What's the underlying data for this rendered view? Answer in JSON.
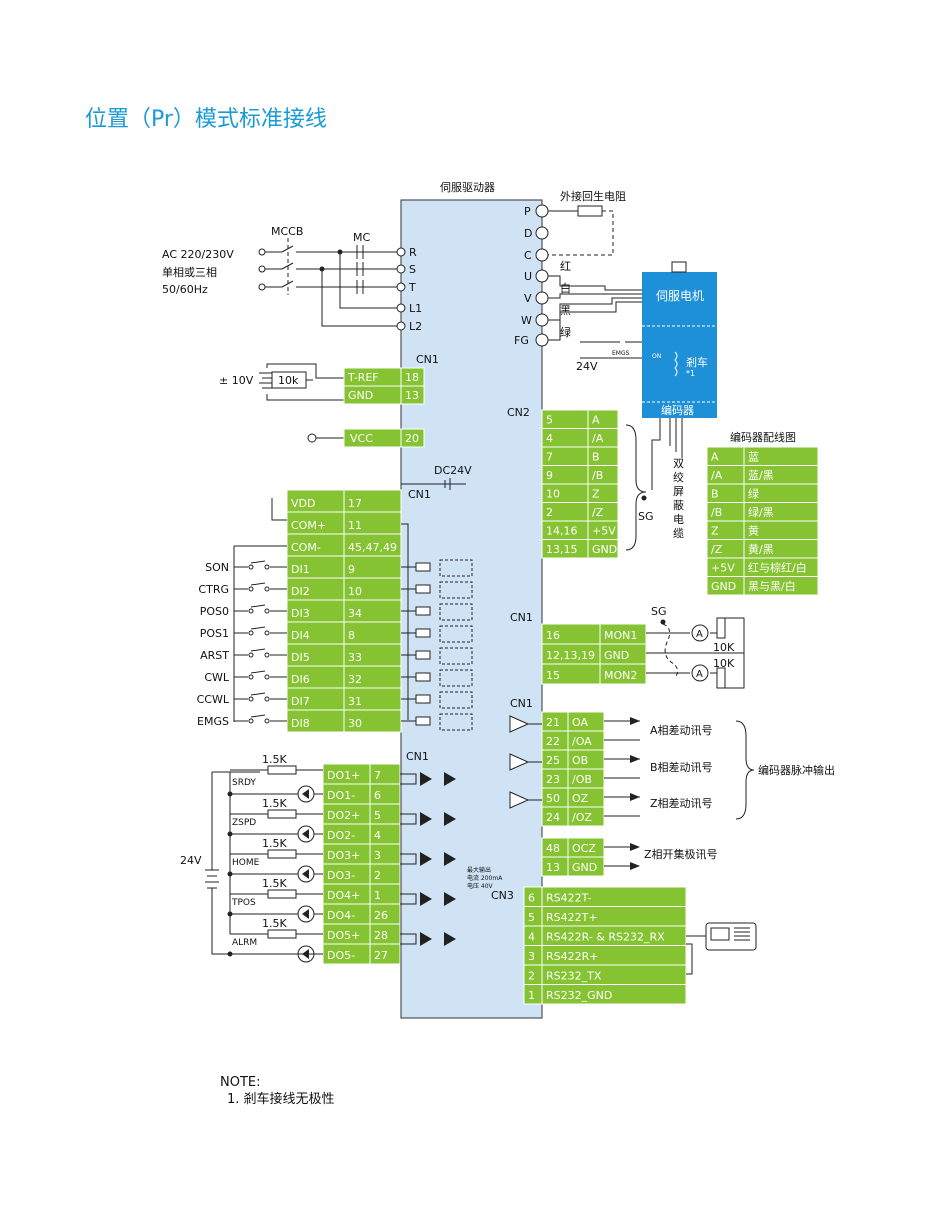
{
  "title": "位置（Pr）模式标准接线",
  "driver": {
    "label": "伺服驱动器",
    "cn1": "CN1",
    "cn2": "CN2",
    "cn3": "CN3"
  },
  "power": {
    "ac": [
      "AC 220/230V",
      "单相或三相",
      "50/60Hz"
    ],
    "mccb": "MCCB",
    "mc": "MC",
    "terminals": [
      "R",
      "S",
      "T",
      "L1",
      "L2"
    ]
  },
  "motor_terminals": [
    "P",
    "D",
    "C",
    "U",
    "V",
    "W",
    "FG"
  ],
  "regen": "外接回生电阻",
  "wire_colors": [
    "红",
    "白",
    "黑",
    "绿"
  ],
  "motor": {
    "label": "伺服电机",
    "brake": "剎车",
    "brake_note": "*1",
    "encoder": "编码器",
    "on": "ON",
    "emgs": "EMGS",
    "v24": "24V"
  },
  "tref": {
    "supply": "± 10V",
    "pot": "10k",
    "rows": [
      {
        "name": "T-REF",
        "pin": "18"
      },
      {
        "name": "GND",
        "pin": "13"
      }
    ]
  },
  "vcc": {
    "name": "VCC",
    "pin": "20"
  },
  "dc24": "DC24V",
  "cn1_inputs": [
    {
      "sig": "",
      "name": "VDD",
      "pin": "17"
    },
    {
      "sig": "",
      "name": "COM+",
      "pin": "11"
    },
    {
      "sig": "",
      "name": "COM-",
      "pin": "45,47,49"
    },
    {
      "sig": "SON",
      "name": "DI1",
      "pin": "9"
    },
    {
      "sig": "CTRG",
      "name": "DI2",
      "pin": "10"
    },
    {
      "sig": "POS0",
      "name": "DI3",
      "pin": "34"
    },
    {
      "sig": "POS1",
      "name": "DI4",
      "pin": "8"
    },
    {
      "sig": "ARST",
      "name": "DI5",
      "pin": "33"
    },
    {
      "sig": "CWL",
      "name": "DI6",
      "pin": "32"
    },
    {
      "sig": "CCWL",
      "name": "DI7",
      "pin": "31"
    },
    {
      "sig": "EMGS",
      "name": "DI8",
      "pin": "30"
    }
  ],
  "cn1_outputs": {
    "supply": "24V",
    "res": "1.5K",
    "sigs": [
      "SRDY",
      "ZSPD",
      "HOME",
      "TPOS",
      "ALRM"
    ],
    "rows": [
      {
        "name": "DO1+",
        "pin": "7"
      },
      {
        "name": "DO1-",
        "pin": "6"
      },
      {
        "name": "DO2+",
        "pin": "5"
      },
      {
        "name": "DO2-",
        "pin": "4"
      },
      {
        "name": "DO3+",
        "pin": "3"
      },
      {
        "name": "DO3-",
        "pin": "2"
      },
      {
        "name": "DO4+",
        "pin": "1"
      },
      {
        "name": "DO4-",
        "pin": "26"
      },
      {
        "name": "DO5+",
        "pin": "28"
      },
      {
        "name": "DO5-",
        "pin": "27"
      }
    ]
  },
  "cn2_rows": [
    {
      "pin": "5",
      "name": "A"
    },
    {
      "pin": "4",
      "name": "/A"
    },
    {
      "pin": "7",
      "name": "B"
    },
    {
      "pin": "9",
      "name": "/B"
    },
    {
      "pin": "10",
      "name": "Z"
    },
    {
      "pin": "2",
      "name": "/Z"
    },
    {
      "pin": "14,16",
      "name": "+5V"
    },
    {
      "pin": "13,15",
      "name": "GND"
    }
  ],
  "shield": {
    "sg": "SG",
    "text": [
      "双",
      "绞",
      "屏",
      "蔽",
      "电",
      "缆"
    ]
  },
  "encoder_table": {
    "title": "编码器配线图",
    "rows": [
      {
        "sig": "A",
        "color": "蓝"
      },
      {
        "sig": "/A",
        "color": "蓝/黑"
      },
      {
        "sig": "B",
        "color": "绿"
      },
      {
        "sig": "/B",
        "color": "绿/黑"
      },
      {
        "sig": "Z",
        "color": "黄"
      },
      {
        "sig": "/Z",
        "color": "黄/黑"
      },
      {
        "sig": "+5V",
        "color": "红与棕红/白"
      },
      {
        "sig": "GND",
        "color": "黑与黑/白"
      }
    ]
  },
  "monitor": {
    "rows": [
      {
        "pin": "16",
        "name": "MON1"
      },
      {
        "pin": "12,13,19",
        "name": "GND"
      },
      {
        "pin": "15",
        "name": "MON2"
      }
    ],
    "sg": "SG",
    "meter": "A",
    "res": "10K"
  },
  "pulse_out": {
    "rows": [
      {
        "pin": "21",
        "name": "OA"
      },
      {
        "pin": "22",
        "name": "/OA"
      },
      {
        "pin": "25",
        "name": "OB"
      },
      {
        "pin": "23",
        "name": "/OB"
      },
      {
        "pin": "50",
        "name": "OZ"
      },
      {
        "pin": "24",
        "name": "/OZ"
      }
    ],
    "labels": [
      "A相差动讯号",
      "B相差动讯号",
      "Z相差动讯号"
    ],
    "group": "编码器脉冲输出"
  },
  "ocz": {
    "rows": [
      {
        "pin": "48",
        "name": "OCZ"
      },
      {
        "pin": "13",
        "name": "GND"
      }
    ],
    "label": "Z相开集极讯号",
    "note": [
      "最大输出",
      "电流 200mA",
      "电压 40V"
    ]
  },
  "cn3_rows": [
    {
      "pin": "6",
      "name": "RS422T-"
    },
    {
      "pin": "5",
      "name": "RS422T+"
    },
    {
      "pin": "4",
      "name": "RS422R- & RS232_RX"
    },
    {
      "pin": "3",
      "name": "RS422R+"
    },
    {
      "pin": "2",
      "name": "RS232_TX"
    },
    {
      "pin": "1",
      "name": "RS232_GND"
    }
  ],
  "note": {
    "head": "NOTE:",
    "line": "1. 剎车接线无极性"
  },
  "colors": {
    "title": "#1a9ad6",
    "green": "#86c332",
    "driver": "#cfe3f5",
    "motor": "#1e90d8"
  }
}
